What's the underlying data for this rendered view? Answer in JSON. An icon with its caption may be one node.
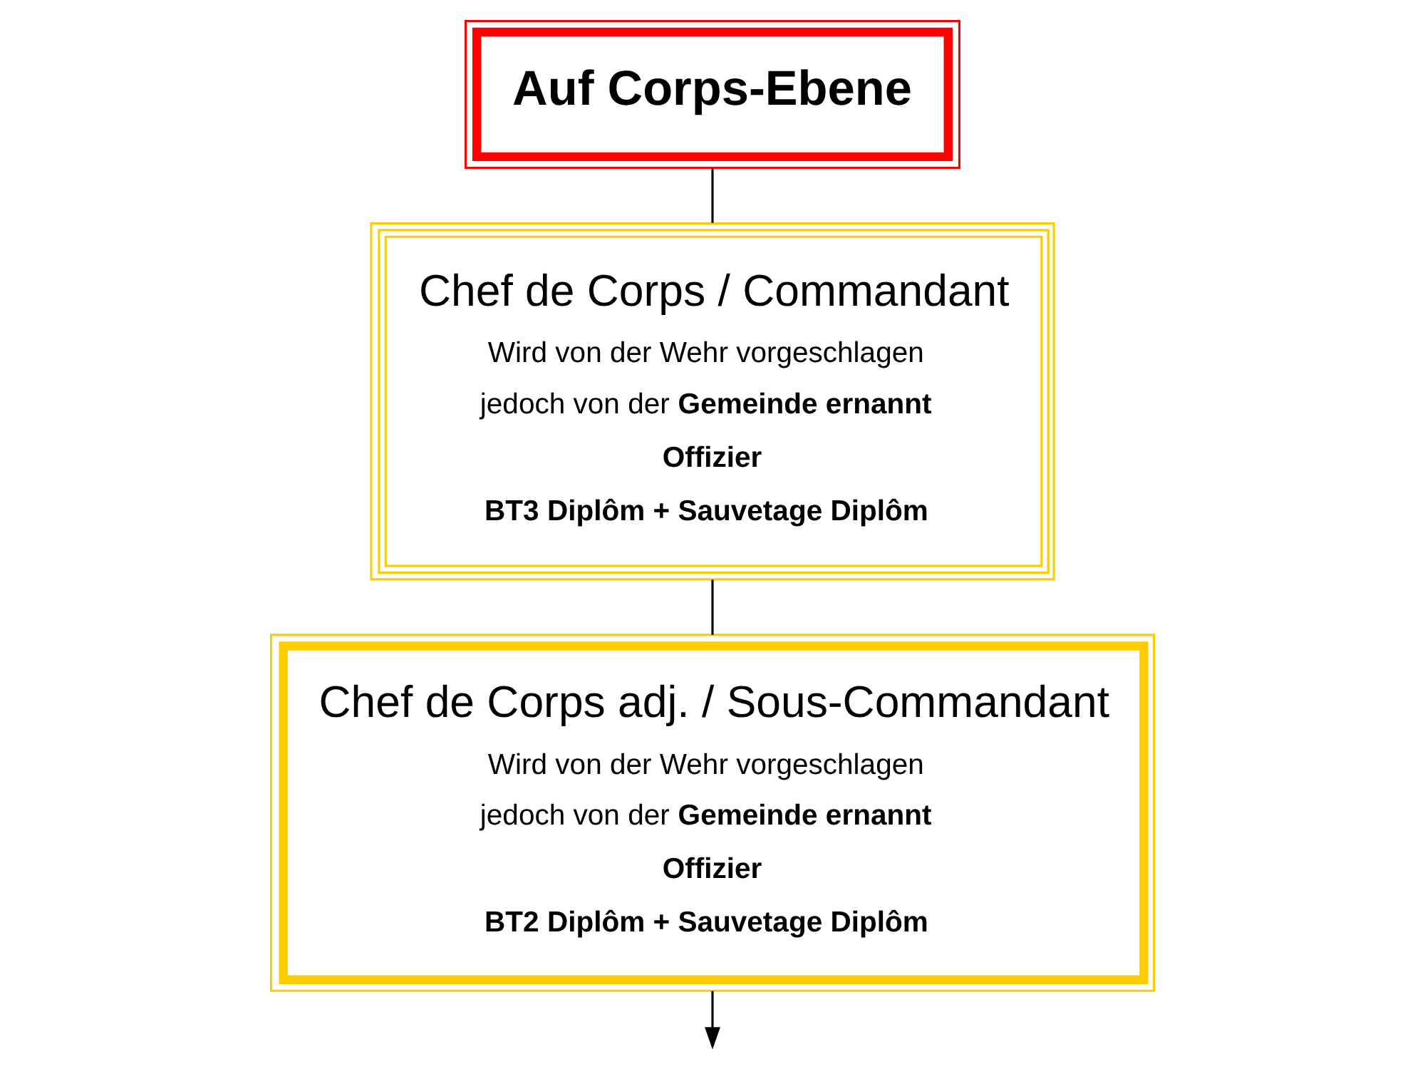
{
  "diagram": {
    "nodes": [
      {
        "text": [
          "Auf Corps-Ebene"
        ]
      },
      {
        "text": [
          "Chef de Corps / Commandant",
          "Wird von der Wehr vorgeschlagen jedoch von der **Gemeinde ernannt**",
          "Offizier",
          "BT3 Diplôm + Sauvetage Diplôm"
        ]
      },
      {
        "text": [
          "Chef de Corps adj. / Sous-Commandant",
          "Wird von der Wehr vorgeschlagen jedoch von der **Gemeinde ernannt**",
          "Offizier",
          "BT2 Diplôm + Sauvetage Diplôm"
        ]
      }
    ],
    "edges": [
      {
        "from": 0,
        "to": 1,
        "arrow": "none"
      },
      {
        "from": 1,
        "to": 2,
        "arrow": "none"
      },
      {
        "from": 2,
        "to": null,
        "arrow": "to"
      }
    ]
  }
}
